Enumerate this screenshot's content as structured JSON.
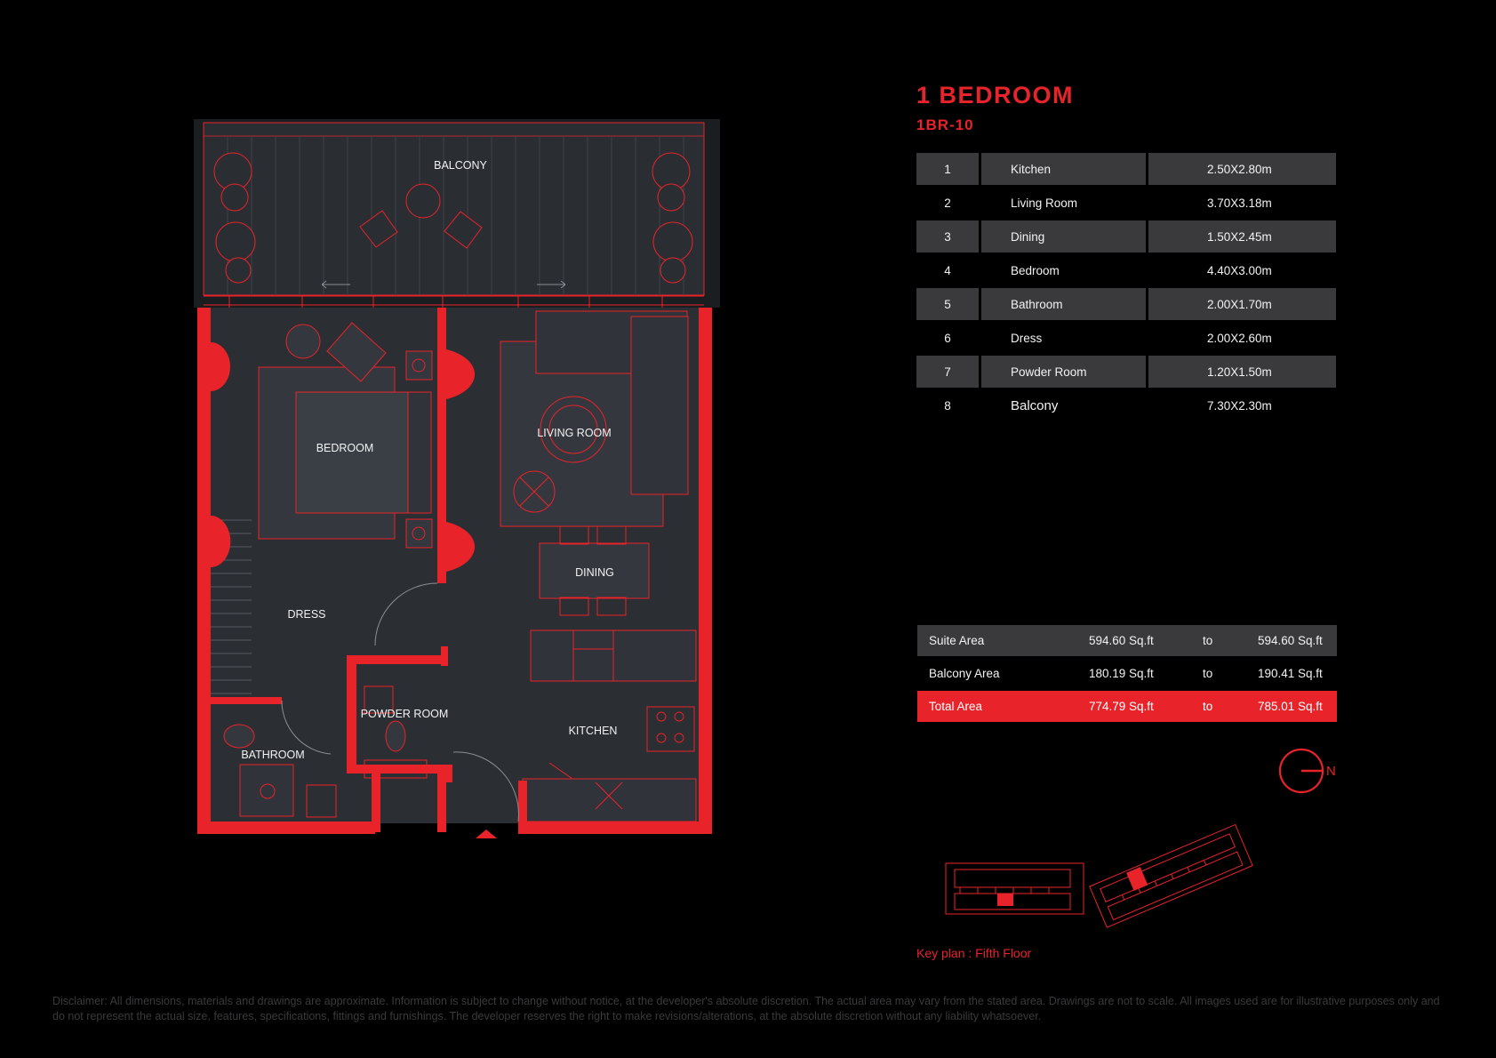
{
  "header": {
    "title": "1 BEDROOM",
    "unit_code": "1BR-10"
  },
  "plan_labels": {
    "balcony": "BALCONY",
    "bedroom": "BEDROOM",
    "living_room": "LIVING ROOM",
    "dining": "DINING",
    "dress": "DRESS",
    "powder_room": "POWDER ROOM",
    "bathroom": "BATHROOM",
    "kitchen": "KITCHEN"
  },
  "rooms": [
    {
      "num": "1",
      "name": "Kitchen",
      "size": "2.50X2.80m",
      "shaded": true
    },
    {
      "num": "2",
      "name": "Living Room",
      "size": "3.70X3.18m",
      "shaded": false
    },
    {
      "num": "3",
      "name": "Dining",
      "size": "1.50X2.45m",
      "shaded": true
    },
    {
      "num": "4",
      "name": "Bedroom",
      "size": "4.40X3.00m",
      "shaded": false
    },
    {
      "num": "5",
      "name": "Bathroom",
      "size": "2.00X1.70m",
      "shaded": true
    },
    {
      "num": "6",
      "name": "Dress",
      "size": "2.00X2.60m",
      "shaded": false
    },
    {
      "num": "7",
      "name": "Powder Room",
      "size": "1.20X1.50m",
      "shaded": true
    },
    {
      "num": "8",
      "name": "Balcony",
      "size": "7.30X2.30m",
      "shaded": false
    }
  ],
  "areas": [
    {
      "label": "Suite Area",
      "from": "594.60 Sq.ft",
      "to": "to",
      "upto": "594.60 Sq.ft",
      "style": "shade"
    },
    {
      "label": "Balcony Area",
      "from": "180.19 Sq.ft",
      "to": "to",
      "upto": "190.41 Sq.ft",
      "style": "plain"
    },
    {
      "label": "Total Area",
      "from": "774.79 Sq.ft",
      "to": "to",
      "upto": "785.01 Sq.ft",
      "style": "total"
    }
  ],
  "compass": {
    "label": "N"
  },
  "key_plan": {
    "label": "Key plan : Fifth Floor"
  },
  "disclaimer": "Disclaimer: All dimensions, materials and drawings are approximate. Information is subject to change without notice, at the developer's absolute discretion. The actual area may vary from the stated area. Drawings are not to scale. All images used are for illustrative purposes only and do not represent the actual size, features, specifications, fittings and furnishings. The developer reserves the right to make revisions/alterations, at the absolute discretion without any liability whatsoever.",
  "colors": {
    "accent": "#e8232a",
    "panel": "#3a3a3c",
    "floor": "#2b2e33",
    "background": "#000000"
  }
}
